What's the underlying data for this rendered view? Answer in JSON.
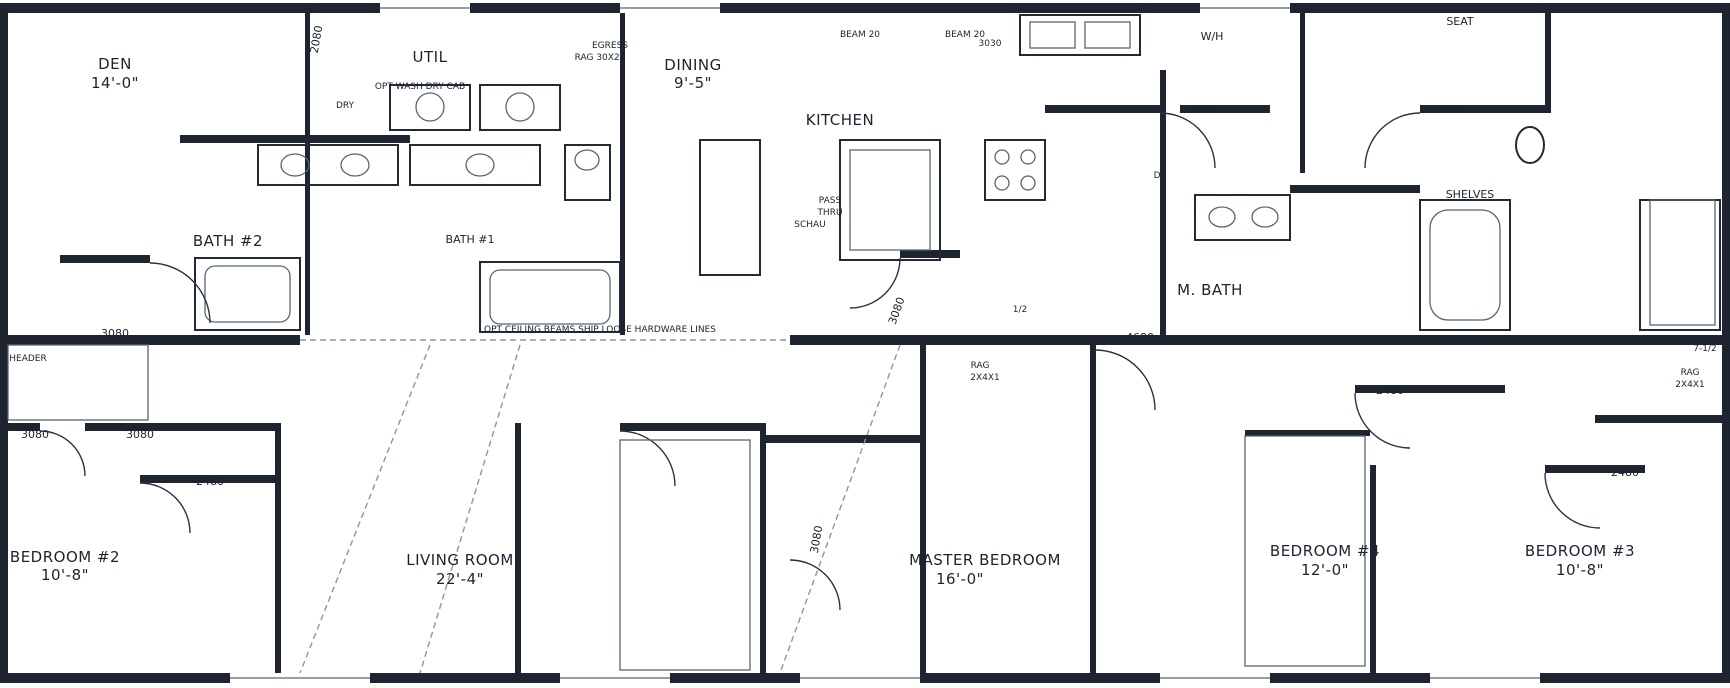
{
  "rooms": {
    "den": {
      "name": "DEN",
      "size": "14'-0\""
    },
    "util": {
      "name": "UTIL"
    },
    "dining": {
      "name": "DINING",
      "size": "9'-5\""
    },
    "kitchen": {
      "name": "KITCHEN"
    },
    "bath2": {
      "name": "BATH #2"
    },
    "bath1": {
      "name": "BATH #1"
    },
    "master_bath": {
      "name": "M. BATH"
    },
    "bedroom2": {
      "name": "BEDROOM #2",
      "size": "10'-8\""
    },
    "living": {
      "name": "LIVING ROOM",
      "size": "22'-4\""
    },
    "master": {
      "name": "MASTER BEDROOM",
      "size": "16'-0\""
    },
    "bedroom4": {
      "name": "BEDROOM #4",
      "size": "12'-0\""
    },
    "bedroom3": {
      "name": "BEDROOM #3",
      "size": "10'-8\""
    }
  },
  "notes": {
    "egress": "EGRESS",
    "egress_size": "RAG 30X20",
    "opt_washer": "OPT WASH DRY CAB",
    "dry": "DRY",
    "pass_thru_1": "PASS",
    "pass_thru_2": "THRU",
    "pass_thru_3": "SCHAU",
    "seat": "SEAT",
    "shelves": "SHELVES",
    "wh": "W/H",
    "ds": "DS",
    "beam_note": "OPT CEILING BEAMS SHIP LOOSE HARDWARE LINES",
    "header": "HEADER",
    "rag_1": "RAG",
    "rag_size_1": "2X4X1",
    "rag_2": "RAG",
    "rag_size_2": "2X4X1",
    "beam_top_1": "BEAM 20",
    "beam_top_2": "BEAM 20"
  },
  "dims": {
    "d_2480_a": "2480",
    "d_2480_b": "2480",
    "d_3080_left": "3080",
    "d_4680": "4680",
    "d_3080_br_a": "3080",
    "d_3080_br_b": "3080",
    "d_2480_br2": "2480",
    "d_2480_br3": "2480",
    "d_2480_br4": "2480",
    "d_3080_master": "3080",
    "d_3080_vert": "3080",
    "d_2080_util": "2080",
    "d_1_4": "1/2",
    "d_7_12": "7-1/2",
    "d_3030": "3030"
  },
  "colors": {
    "wall": "#1e2530",
    "line": "#5a6470",
    "background": "#ffffff"
  }
}
